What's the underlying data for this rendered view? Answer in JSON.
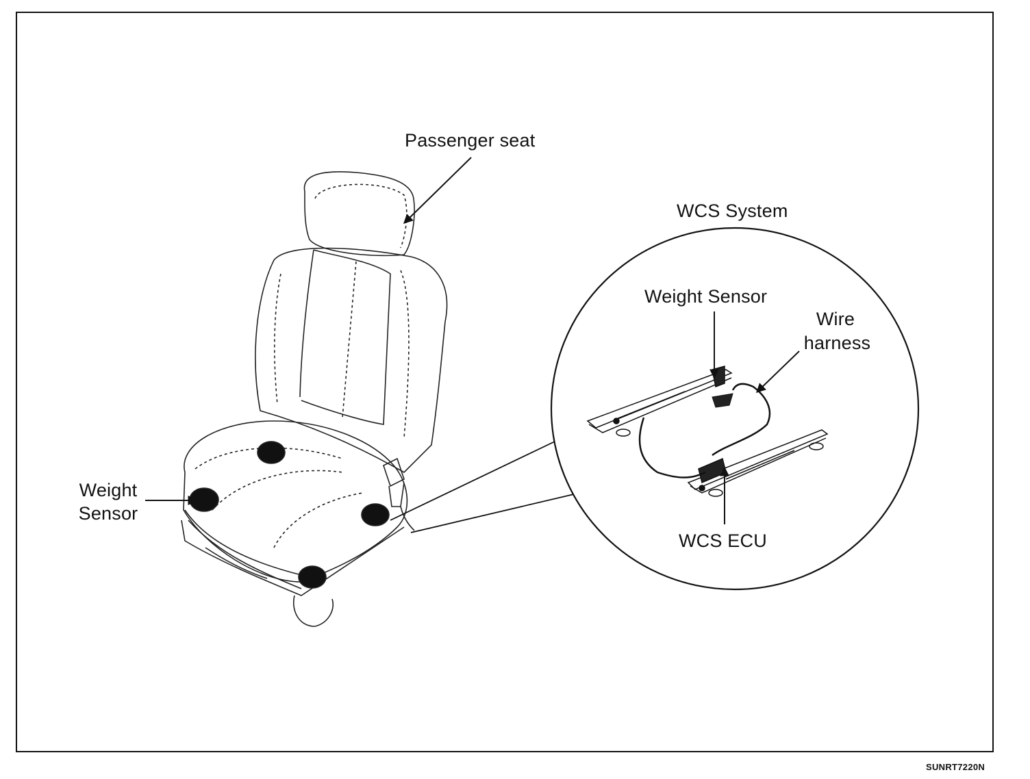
{
  "labels": {
    "passenger_seat": "Passenger seat",
    "wcs_system": "WCS System",
    "weight_sensor_inset": "Weight Sensor",
    "wire_line1": "Wire",
    "wire_line2": "harness",
    "wcs_ecu": "WCS ECU",
    "weight_left_line1": "Weight",
    "weight_left_line2": "Sensor"
  },
  "figure_code": "SUNRT7220N"
}
